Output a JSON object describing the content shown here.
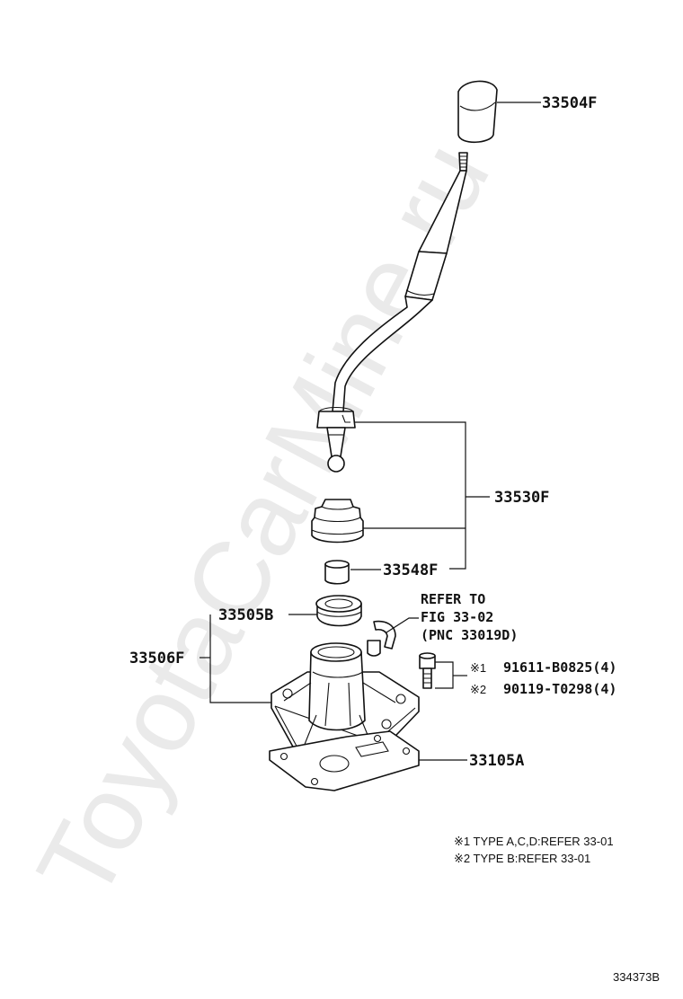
{
  "watermark": "ToyotaCarMine.ru",
  "labels": {
    "knob": "33504F",
    "lever": "33530F",
    "bushing": "33548F",
    "seat": "33505B",
    "housing": "33506F",
    "gasket": "33105A"
  },
  "refer": {
    "line1": "REFER TO",
    "line2": "FIG 33-02",
    "line3": "(PNC 33019D)"
  },
  "bolts": {
    "b1_mark": "※1",
    "b1_part": "91611-B0825(4)",
    "b2_mark": "※2",
    "b2_part": "90119-T0298(4)"
  },
  "notes": {
    "n1": "※1 TYPE A,C,D:REFER 33-01",
    "n2": "※2 TYPE B:REFER 33-01"
  },
  "figure_id": "334373B"
}
